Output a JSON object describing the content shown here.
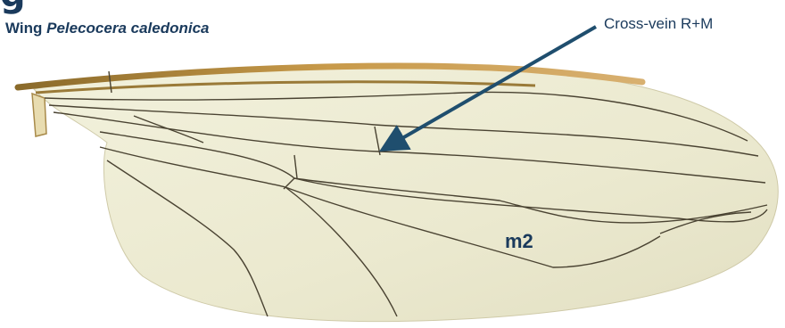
{
  "heading": {
    "letter": "g",
    "subtitle_prefix": "Wing",
    "subtitle_species": "Pelecocera caledonica"
  },
  "annotation": {
    "label": "Cross-vein R+M",
    "arrow_color": "#1f4e6e"
  },
  "cell_label": "m2",
  "colors": {
    "text": "#1a3a5c",
    "membrane": "#ecebd2",
    "vein": "#4a4332",
    "costa": "#b88a3a"
  }
}
